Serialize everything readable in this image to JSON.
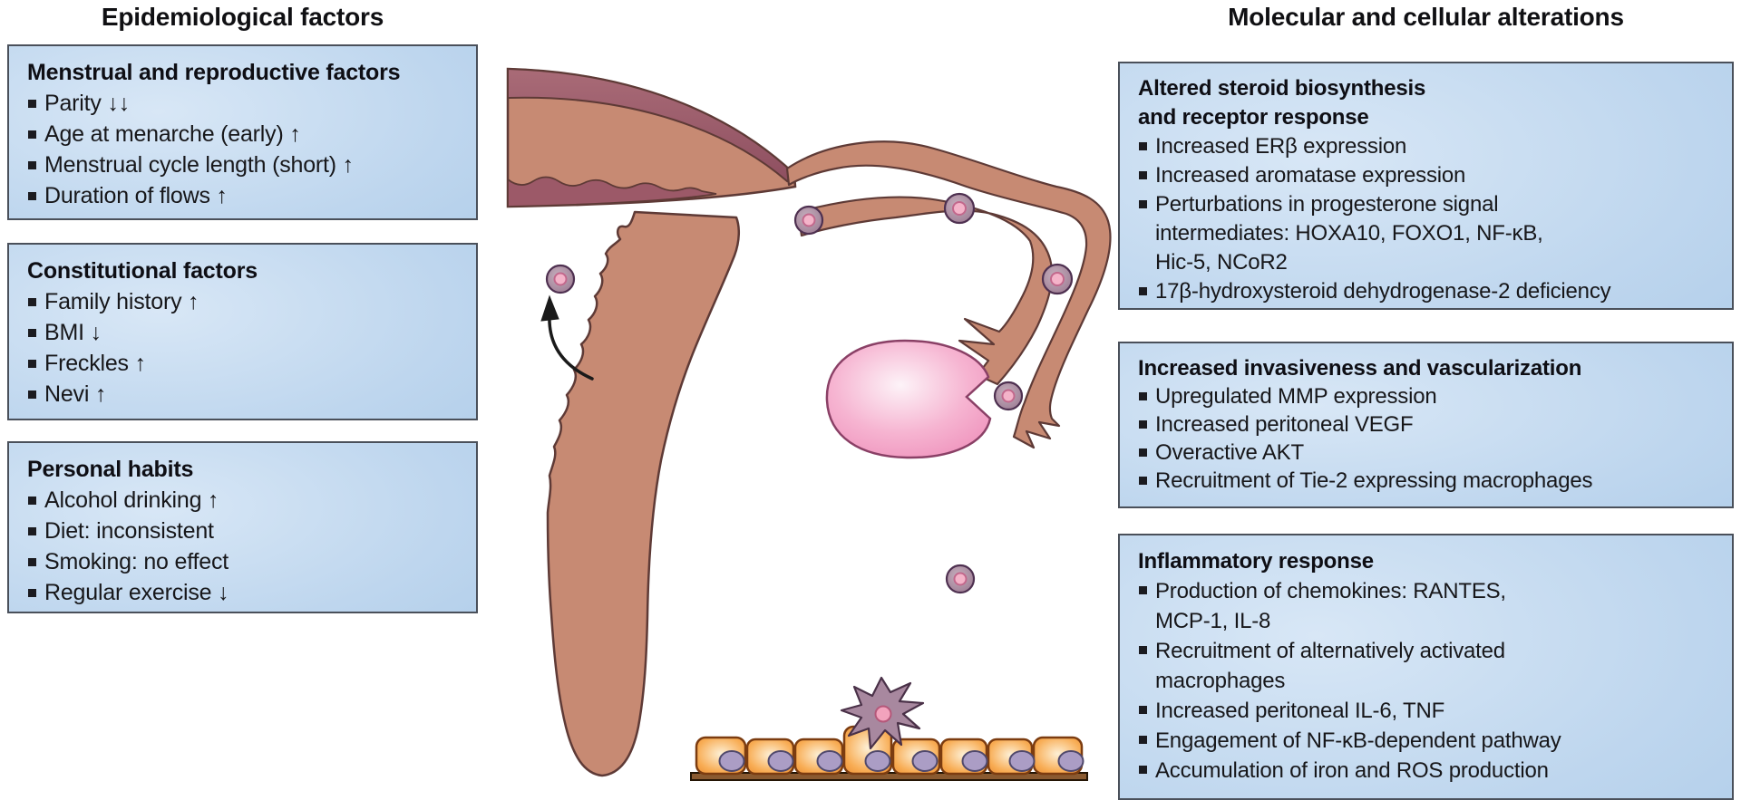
{
  "left_panel": {
    "title": "Epidemiological factors",
    "boxes": [
      {
        "heading": "Menstrual and reproductive factors",
        "items": [
          "Parity ↓↓",
          "Age at menarche (early) ↑",
          "Menstrual cycle length (short) ↑",
          "Duration of flows ↑"
        ]
      },
      {
        "heading": "Constitutional factors",
        "items": [
          "Family history ↑",
          "BMI ↓",
          "Freckles ↑",
          "Nevi ↑"
        ]
      },
      {
        "heading": "Personal habits",
        "items": [
          "Alcohol drinking ↑",
          "Diet: inconsistent",
          "Smoking: no effect",
          "Regular exercise ↓"
        ]
      }
    ]
  },
  "right_panel": {
    "title": "Molecular and cellular alterations",
    "boxes": [
      {
        "heading": "Altered steroid biosynthesis\nand receptor response",
        "items": [
          "Increased ERβ expression",
          "Increased aromatase expression",
          "Perturbations in progesterone signal\nintermediates: HOXA10, FOXO1, NF-κB,\nHic-5, NCoR2",
          "17β-hydroxysteroid dehydrogenase-2 deficiency"
        ]
      },
      {
        "heading": "Increased invasiveness and vascularization",
        "items": [
          "Upregulated MMP expression",
          "Increased peritoneal VEGF",
          "Overactive AKT",
          "Recruitment of Tie-2 expressing macrophages"
        ]
      },
      {
        "heading": "Inflammatory response",
        "items": [
          "Production of chemokines: RANTES,\nMCP-1, IL-8",
          "Recruitment of alternatively activated\nmacrophages",
          "Increased peritoneal IL-6, TNF",
          "Engagement of NF-κB-dependent pathway",
          "Accumulation of iron and ROS production"
        ]
      }
    ]
  },
  "illustration": {
    "colors": {
      "tissue_rosy": "#c78a73",
      "tissue_dark_maroon": "#9c5968",
      "outline_brown": "#5e3a36",
      "ovary_pink": "#ef93bd",
      "cell_body_mauve": "#a8889f",
      "cell_nucleus_pink": "#f2a3bd",
      "epithelium_orange": "#f0a14b",
      "basement_bar_brown": "#8a5a30",
      "box_blue": "#bed6ee"
    }
  }
}
